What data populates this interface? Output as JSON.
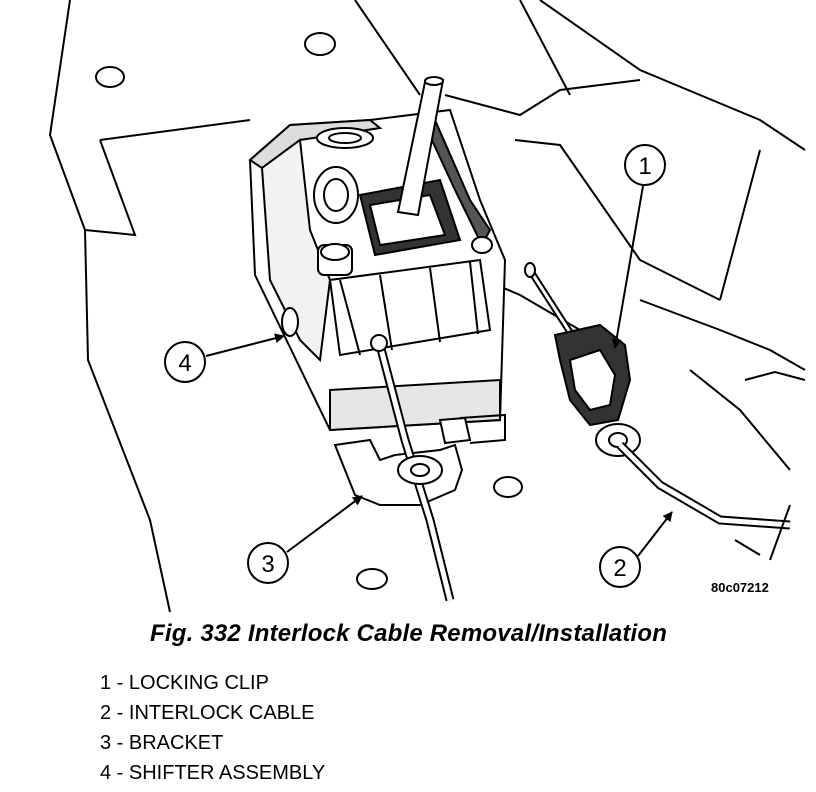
{
  "figure": {
    "code": "80c07212",
    "caption": "Fig. 332 Interlock Cable Removal/Installation"
  },
  "callouts": [
    {
      "number": "1"
    },
    {
      "number": "2"
    },
    {
      "number": "3"
    },
    {
      "number": "4"
    }
  ],
  "legend": [
    {
      "text": "1 - LOCKING CLIP"
    },
    {
      "text": "2 - INTERLOCK CABLE"
    },
    {
      "text": "3 - BRACKET"
    },
    {
      "text": "4 - SHIFTER ASSEMBLY"
    }
  ]
}
